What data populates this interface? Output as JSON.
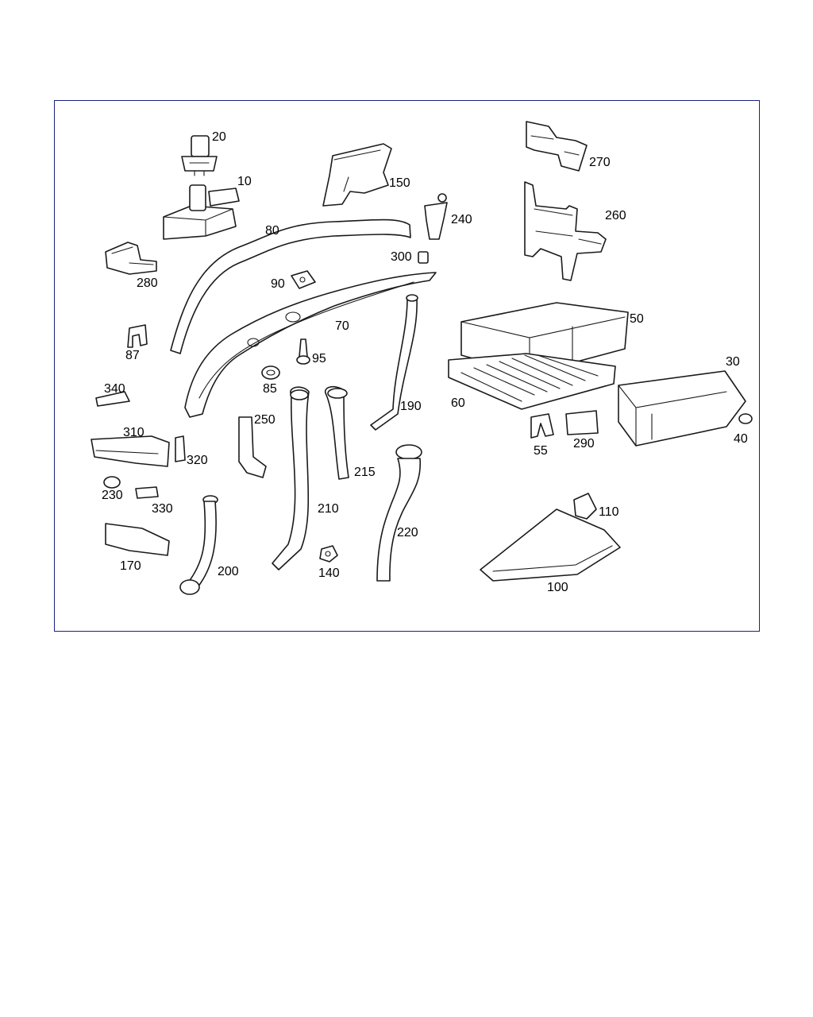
{
  "colors": {
    "frame": "#1a237e",
    "line": "#1a1a1a",
    "text": "#000000"
  },
  "labels": {
    "p20": "20",
    "p10": "10",
    "p150": "150",
    "p270": "270",
    "p240": "240",
    "p260": "260",
    "p80": "80",
    "p300": "300",
    "p280": "280",
    "p90": "90",
    "p70": "70",
    "p50": "50",
    "p87": "87",
    "p95": "95",
    "p30": "30",
    "p85": "85",
    "p340": "340",
    "p190": "190",
    "p60": "60",
    "p250": "250",
    "p310": "310",
    "p55": "55",
    "p290": "290",
    "p40": "40",
    "p320": "320",
    "p215": "215",
    "p230": "230",
    "p330": "330",
    "p210": "210",
    "p110": "110",
    "p220": "220",
    "p170": "170",
    "p200": "200",
    "p140": "140",
    "p100": "100"
  }
}
